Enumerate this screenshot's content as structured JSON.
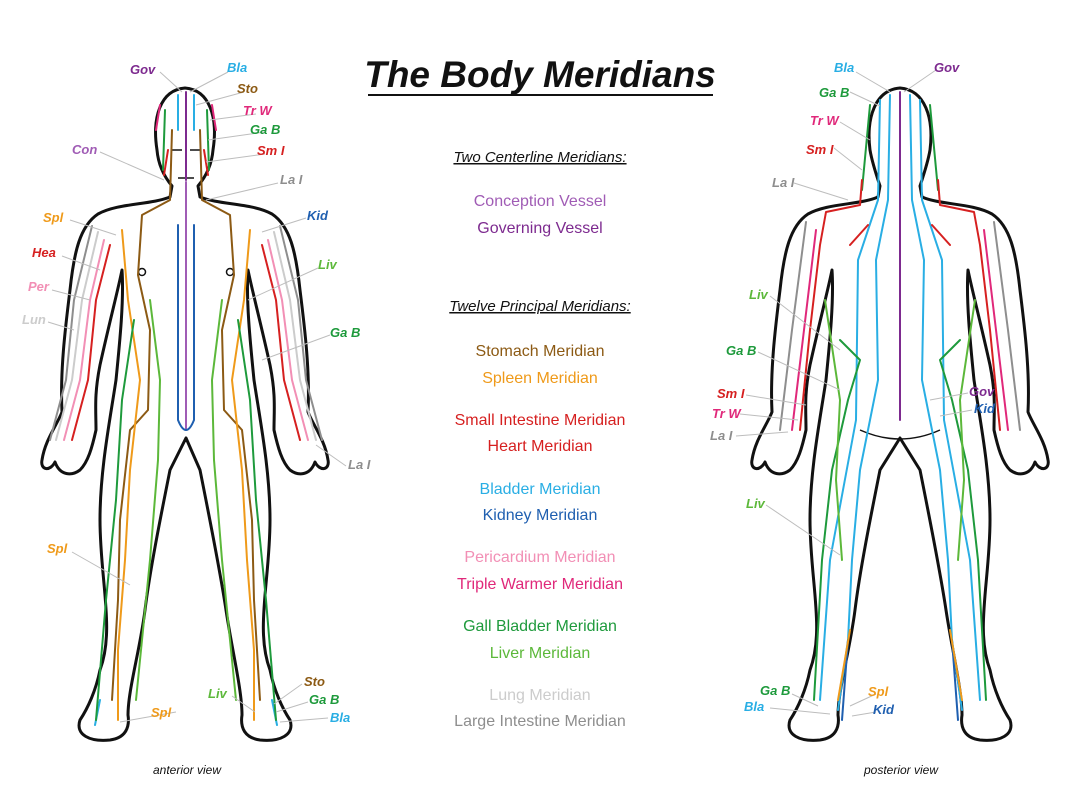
{
  "title": "The Body Meridians",
  "legend": {
    "centerline_heading": "Two Centerline Meridians:",
    "centerline": [
      {
        "label": "Conception Vessel",
        "color": "#a05cb5"
      },
      {
        "label": "Governing Vessel",
        "color": "#7d2a8f"
      }
    ],
    "principal_heading": "Twelve Principal Meridians:",
    "principal_groups": [
      [
        {
          "label": "Stomach Meridian",
          "color": "#8c5a14"
        },
        {
          "label": "Spleen Meridian",
          "color": "#ef9a1a"
        }
      ],
      [
        {
          "label": "Small Intestine Meridian",
          "color": "#d62020"
        },
        {
          "label": "Heart Meridian",
          "color": "#d62020"
        }
      ],
      [
        {
          "label": "Bladder Meridian",
          "color": "#29aee4"
        },
        {
          "label": "Kidney Meridian",
          "color": "#1f5fb0"
        }
      ],
      [
        {
          "label": "Pericardium Meridian",
          "color": "#f28fb5"
        },
        {
          "label": "Triple Warmer Meridian",
          "color": "#e0287a"
        }
      ],
      [
        {
          "label": "Gall Bladder Meridian",
          "color": "#1e9a3c"
        },
        {
          "label": "Liver Meridian",
          "color": "#5cb83a"
        }
      ],
      [
        {
          "label": "Lung Meridian",
          "color": "#cccccc"
        },
        {
          "label": "Large Intestine Meridian",
          "color": "#8e8e8e"
        }
      ]
    ]
  },
  "anterior": {
    "caption": "anterior view",
    "labels": [
      "Gov",
      "Bla",
      "Sto",
      "Tr W",
      "Ga B",
      "Sm I",
      "Con",
      "La I",
      "Spl",
      "Kid",
      "Hea",
      "Liv",
      "Per",
      "Lun",
      "Ga B",
      "La I",
      "Spl",
      "Liv",
      "Sto",
      "Ga B",
      "Bla",
      "Spl"
    ]
  },
  "posterior": {
    "caption": "posterior view",
    "labels": [
      "Bla",
      "Gov",
      "Ga B",
      "Tr W",
      "Sm I",
      "La I",
      "Liv",
      "Ga B",
      "Sm I",
      "Tr W",
      "La I",
      "Gov",
      "Kid",
      "Liv",
      "Ga B",
      "Bla",
      "Spl",
      "Kid"
    ]
  },
  "colors": {
    "gov": "#7d2a8f",
    "con": "#a05cb5",
    "sto": "#8c5a14",
    "spl": "#ef9a1a",
    "sm_i": "#d62020",
    "hea": "#d62020",
    "bla": "#29aee4",
    "kid": "#1f5fb0",
    "per": "#f28fb5",
    "tr_w": "#e0287a",
    "ga_b": "#1e9a3c",
    "liv": "#5cb83a",
    "lun": "#cccccc",
    "la_i": "#8e8e8e"
  }
}
